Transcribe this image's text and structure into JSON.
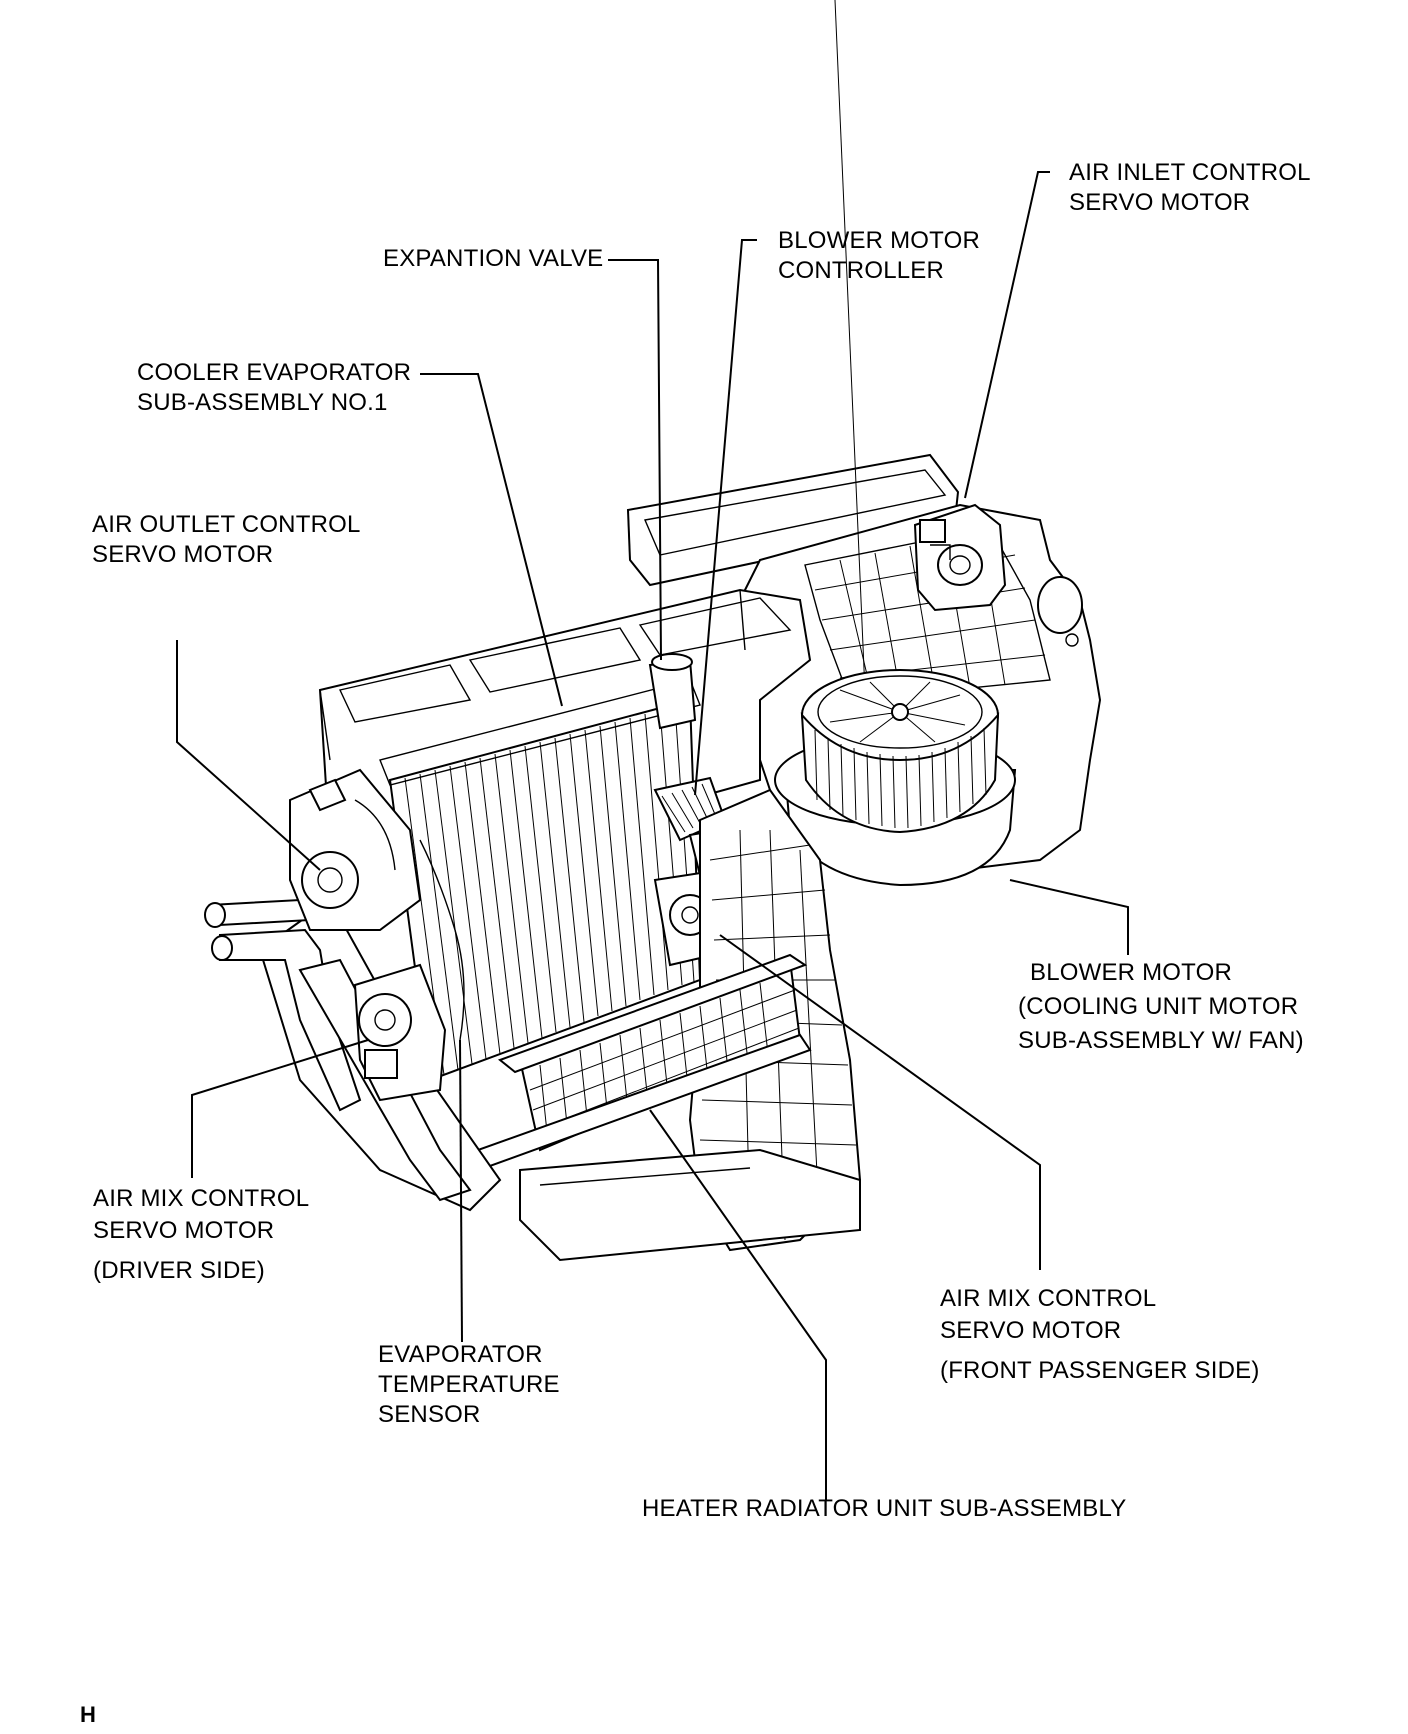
{
  "labels": {
    "air_inlet": [
      "AIR INLET CONTROL",
      "SERVO MOTOR"
    ],
    "expansion_valve": [
      "EXPANTION VALVE"
    ],
    "blower_controller": [
      "BLOWER MOTOR",
      "CONTROLLER"
    ],
    "cooler_evaporator": [
      "COOLER EVAPORATOR",
      "SUB-ASSEMBLY NO.1"
    ],
    "air_outlet": [
      "AIR OUTLET CONTROL",
      "SERVO MOTOR"
    ],
    "blower_motor": [
      "BLOWER MOTOR",
      "(COOLING UNIT MOTOR",
      "SUB-ASSEMBLY W/ FAN)"
    ],
    "air_mix_driver": [
      "AIR MIX CONTROL",
      "SERVO MOTOR",
      "(DRIVER SIDE)"
    ],
    "air_mix_passenger": [
      "AIR MIX CONTROL",
      "SERVO MOTOR",
      "(FRONT PASSENGER SIDE)"
    ],
    "evaporator_sensor": [
      "EVAPORATOR",
      "TEMPERATURE",
      "SENSOR"
    ],
    "heater_radiator": [
      "HEATER RADIATOR UNIT SUB-ASSEMBLY"
    ]
  },
  "page_letter": "H"
}
